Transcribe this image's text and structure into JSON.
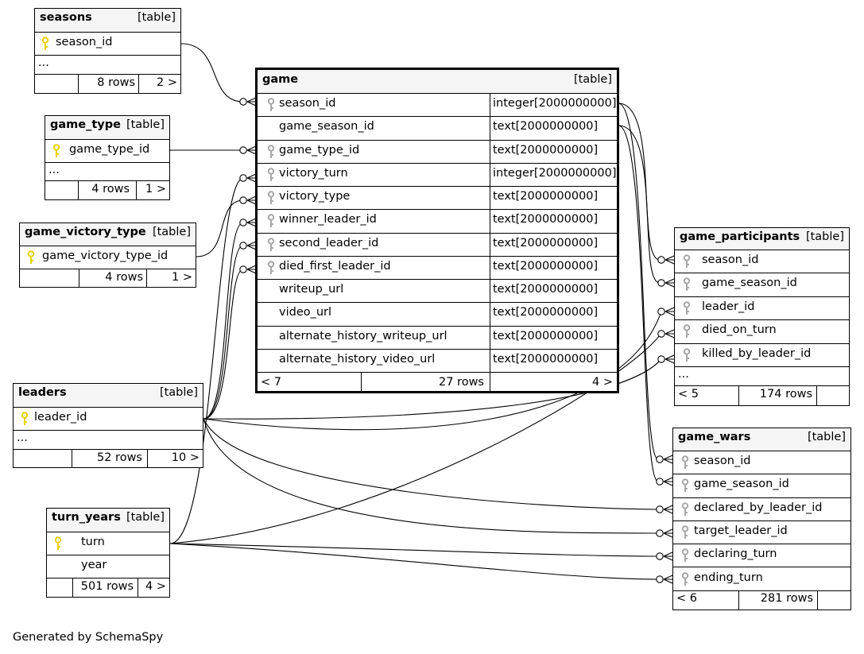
{
  "footer_text": "Generated by SchemaSpy",
  "colors": {
    "primary_key": "#e6d300",
    "foreign_key": "#a8a8a8",
    "header_bg": "#f5f5f5"
  },
  "tables": {
    "seasons": {
      "name": "seasons",
      "tag": "[table]",
      "col0": "season_id",
      "more": "...",
      "rows": "8 rows",
      "right": "2 >"
    },
    "game_type": {
      "name": "game_type",
      "tag": "[table]",
      "col0": "game_type_id",
      "more": "...",
      "rows": "4 rows",
      "right": "1 >"
    },
    "game_victory_type": {
      "name": "game_victory_type",
      "tag": "[table]",
      "col0": "game_victory_type_id",
      "rows": "4 rows",
      "right": "1 >"
    },
    "leaders": {
      "name": "leaders",
      "tag": "[table]",
      "col0": "leader_id",
      "more": "...",
      "rows": "52 rows",
      "right": "10 >"
    },
    "turn_years": {
      "name": "turn_years",
      "tag": "[table]",
      "col0": "turn",
      "col1": "year",
      "rows": "501 rows",
      "right": "4 >"
    },
    "game": {
      "name": "game",
      "tag": "[table]",
      "columns": [
        {
          "name": "season_id",
          "type": "integer[2000000000]",
          "key": "fk"
        },
        {
          "name": "game_season_id",
          "type": "text[2000000000]",
          "key": ""
        },
        {
          "name": "game_type_id",
          "type": "text[2000000000]",
          "key": "fk"
        },
        {
          "name": "victory_turn",
          "type": "integer[2000000000]",
          "key": "fk"
        },
        {
          "name": "victory_type",
          "type": "text[2000000000]",
          "key": "fk"
        },
        {
          "name": "winner_leader_id",
          "type": "text[2000000000]",
          "key": "fk"
        },
        {
          "name": "second_leader_id",
          "type": "text[2000000000]",
          "key": "fk"
        },
        {
          "name": "died_first_leader_id",
          "type": "text[2000000000]",
          "key": "fk"
        },
        {
          "name": "writeup_url",
          "type": "text[2000000000]",
          "key": ""
        },
        {
          "name": "video_url",
          "type": "text[2000000000]",
          "key": ""
        },
        {
          "name": "alternate_history_writeup_url",
          "type": "text[2000000000]",
          "key": ""
        },
        {
          "name": "alternate_history_video_url",
          "type": "text[2000000000]",
          "key": ""
        }
      ],
      "left": "< 7",
      "rows": "27 rows",
      "right": "4 >"
    },
    "game_participants": {
      "name": "game_participants",
      "tag": "[table]",
      "columns": [
        "season_id",
        "game_season_id",
        "leader_id",
        "died_on_turn",
        "killed_by_leader_id"
      ],
      "more": "...",
      "left": "< 5",
      "rows": "174 rows"
    },
    "game_wars": {
      "name": "game_wars",
      "tag": "[table]",
      "columns": [
        "season_id",
        "game_season_id",
        "declared_by_leader_id",
        "target_leader_id",
        "declaring_turn",
        "ending_turn"
      ],
      "left": "< 6",
      "rows": "281 rows"
    }
  }
}
